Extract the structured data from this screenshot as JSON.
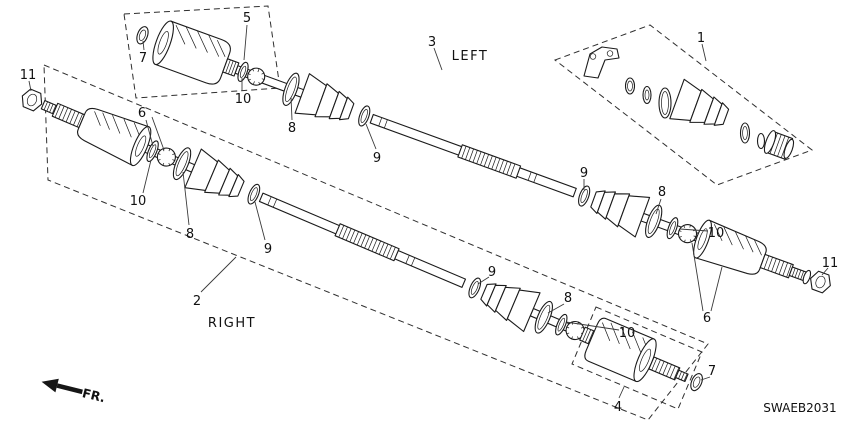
{
  "diagram": {
    "code": "SWAEB2031",
    "fr_label": "FR.",
    "left_shaft_label": "LEFT",
    "right_shaft_label": "RIGHT",
    "callouts": {
      "n1": "1",
      "n2": "2",
      "n3": "3",
      "n4": "4",
      "n5": "5",
      "n6": "6",
      "n7": "7",
      "n8": "8",
      "n9": "9",
      "n10": "10",
      "n11": "11"
    }
  }
}
